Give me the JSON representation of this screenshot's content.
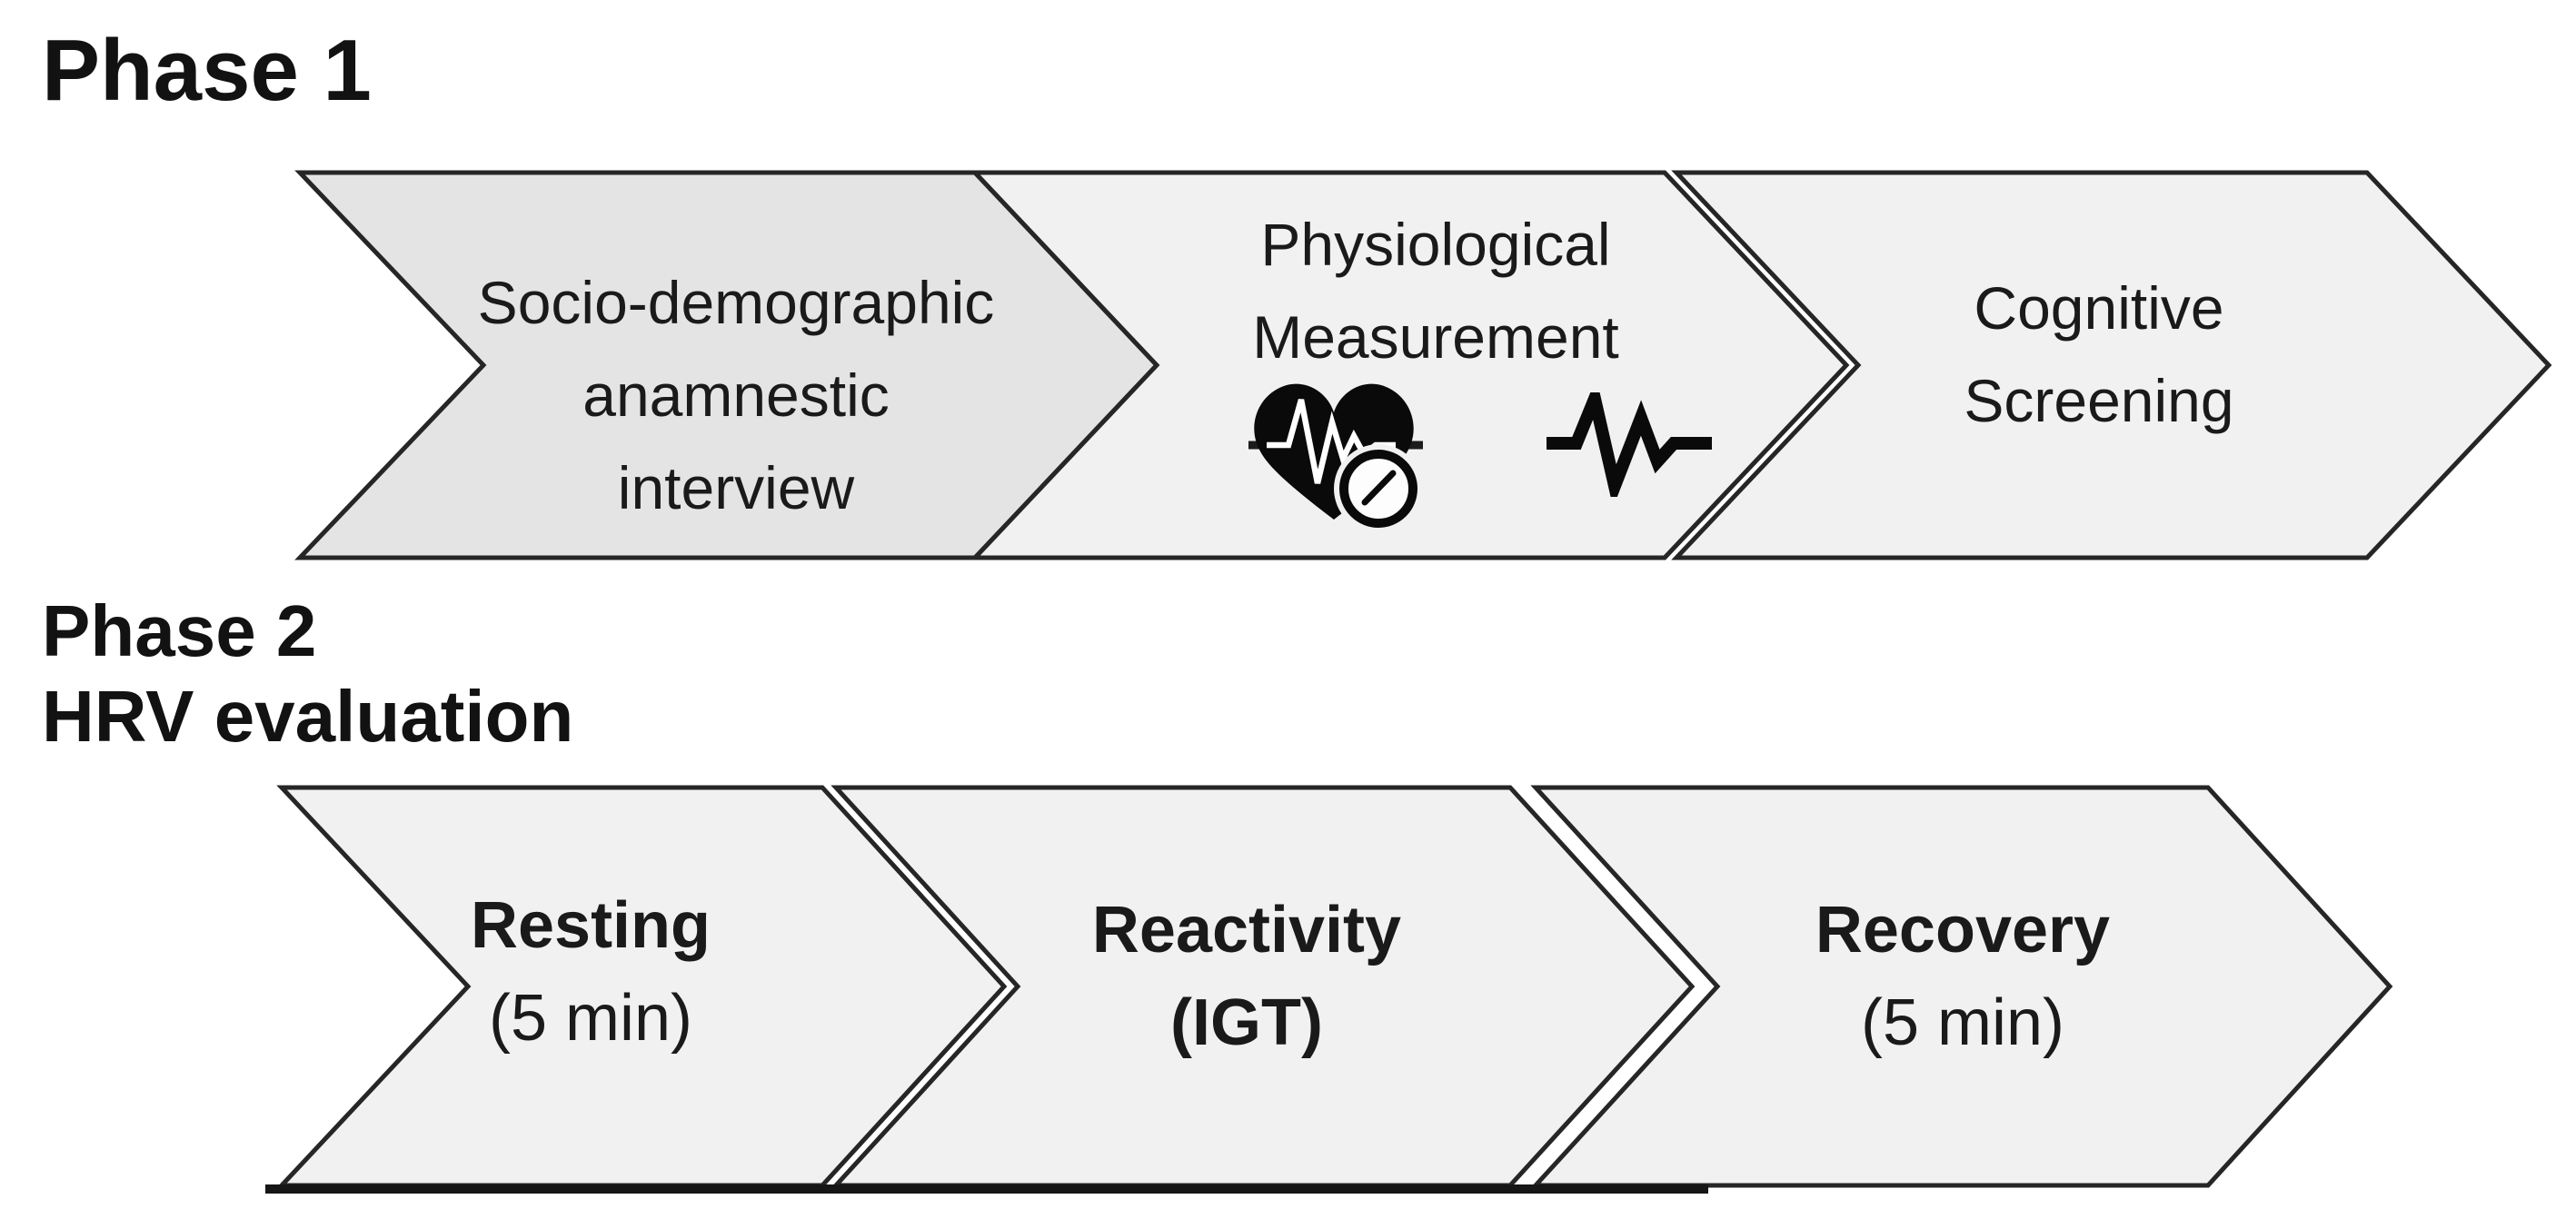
{
  "colors": {
    "background": "#ffffff",
    "chevron_fill_dark": "#e4e4e4",
    "chevron_fill_light": "#f1f1f1",
    "chevron_border": "#262626",
    "heavy_baseline": "#161616",
    "text": "#1a1a1a",
    "icon_black": "#0a0a0a",
    "ecg_trace_white": "#ffffff",
    "gauge_face": "#fdfdfd"
  },
  "phase1": {
    "title": "Phase 1",
    "steps": {
      "socio": {
        "line1": "Socio-demographic",
        "line2": "anamnestic",
        "line3": "interview"
      },
      "physio": {
        "line1": "Physiological",
        "line2": "Measurement",
        "icon1": "heart-rate-monitor-icon",
        "icon2": "ecg-pulse-icon"
      },
      "cognitive": {
        "line1": "Cognitive",
        "line2": "Screening"
      }
    }
  },
  "phase2": {
    "title_line1": "Phase 2",
    "title_line2": "HRV evaluation",
    "steps": {
      "resting": {
        "title": "Resting",
        "duration": "(5 min)"
      },
      "reactivity": {
        "title": "Reactivity",
        "duration": "(IGT)"
      },
      "recovery": {
        "title": "Recovery",
        "duration": "(5 min)"
      }
    }
  }
}
